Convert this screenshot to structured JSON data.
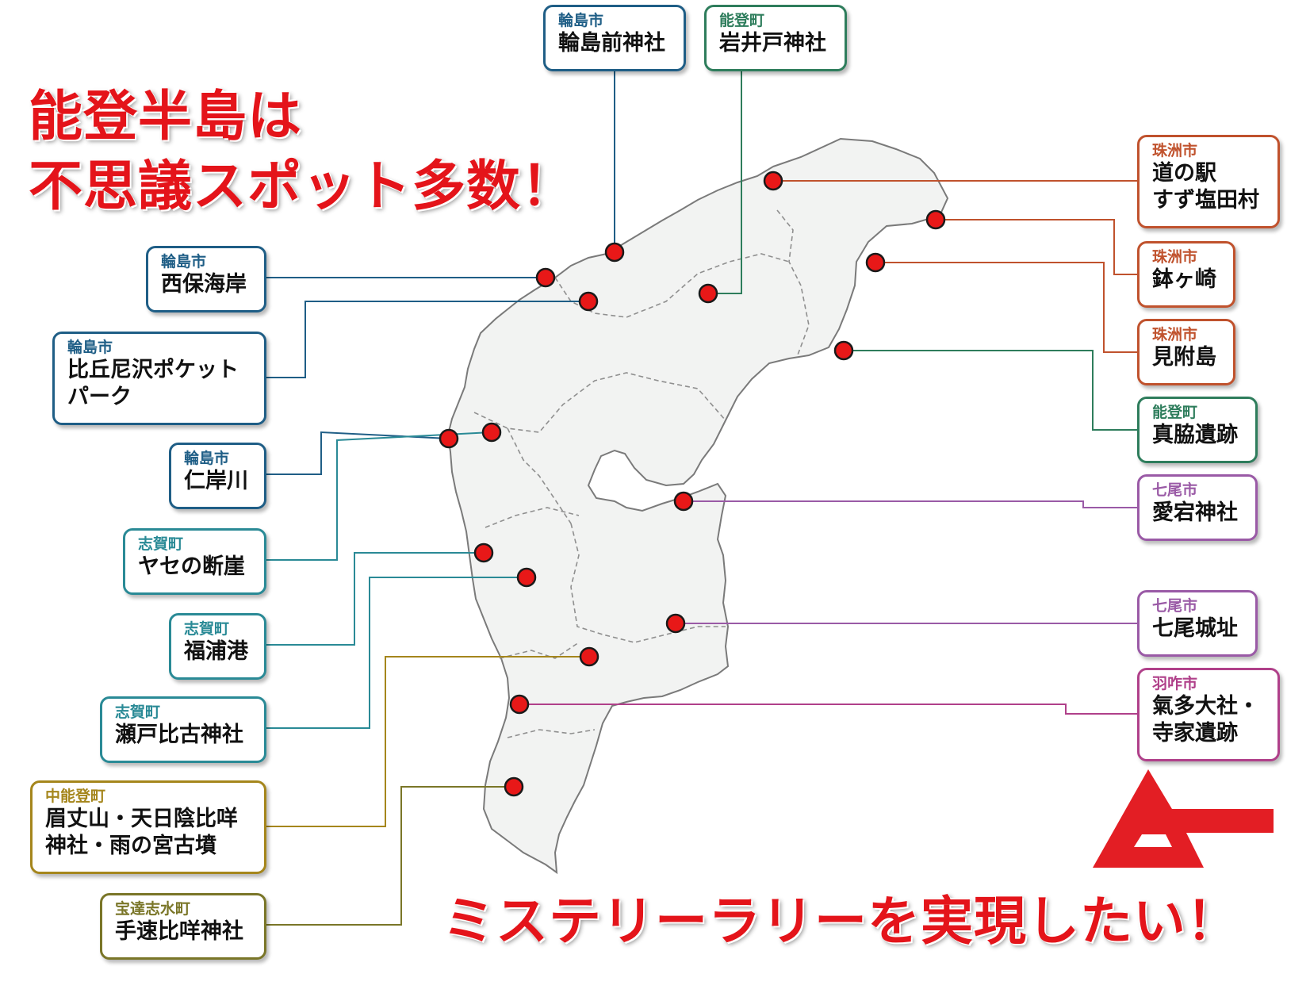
{
  "headline_top": "能登半島は\n不思議スポット多数！",
  "headline_bottom": "ミステリーラリーを実現したい！",
  "colors": {
    "headline": "#e4141a",
    "wajima": "#1f5e86",
    "noto_town": "#2e7d5c",
    "suzu": "#c0522d",
    "shika": "#2a8a96",
    "nakanoto": "#a5861c",
    "hodatsushimizu": "#7a7628",
    "nanao": "#9a5aa6",
    "hakui": "#b0408a",
    "marker": "#e81818",
    "land": "#f2f3f2",
    "border": "#7a7a7a",
    "logo": "#e31e24"
  },
  "legend_logo_icon": "mu-logo-icon",
  "spots": [
    {
      "id": "wajimamae",
      "city": "輪島市",
      "name": "輪島前神社",
      "color": "wajima"
    },
    {
      "id": "iwaido",
      "city": "能登町",
      "name": "岩井戸神社",
      "color": "noto_town"
    },
    {
      "id": "nishiho",
      "city": "輪島市",
      "name": "西保海岸",
      "color": "wajima"
    },
    {
      "id": "hikyuni",
      "city": "輪島市",
      "name": "比丘尼沢ポケット\nパーク",
      "color": "wajima"
    },
    {
      "id": "nigishigawa",
      "city": "輪島市",
      "name": "仁岸川",
      "color": "wajima"
    },
    {
      "id": "yase",
      "city": "志賀町",
      "name": "ヤセの断崖",
      "color": "shika"
    },
    {
      "id": "fukuura",
      "city": "志賀町",
      "name": "福浦港",
      "color": "shika"
    },
    {
      "id": "setohiko",
      "city": "志賀町",
      "name": "瀬戸比古神社",
      "color": "shika"
    },
    {
      "id": "bijozan",
      "city": "中能登町",
      "name": "眉丈山・天日陰比咩\n神社・雨の宮古墳",
      "color": "nakanoto"
    },
    {
      "id": "tebayahime",
      "city": "宝達志水町",
      "name": "手速比咩神社",
      "color": "hodatsushimizu"
    },
    {
      "id": "michinoeki",
      "city": "珠洲市",
      "name": "道の駅\nすず塩田村",
      "color": "suzu"
    },
    {
      "id": "hachigasaki",
      "city": "珠洲市",
      "name": "鉢ヶ崎",
      "color": "suzu"
    },
    {
      "id": "mitsukejima",
      "city": "珠洲市",
      "name": "見附島",
      "color": "suzu"
    },
    {
      "id": "mawaki",
      "city": "能登町",
      "name": "真脇遺跡",
      "color": "noto_town"
    },
    {
      "id": "atago",
      "city": "七尾市",
      "name": "愛宕神社",
      "color": "nanao"
    },
    {
      "id": "nanaojo",
      "city": "七尾市",
      "name": "七尾城址",
      "color": "nanao"
    },
    {
      "id": "keta",
      "city": "羽咋市",
      "name": "氣多大社・\n寺家遺跡",
      "color": "hakui"
    }
  ]
}
